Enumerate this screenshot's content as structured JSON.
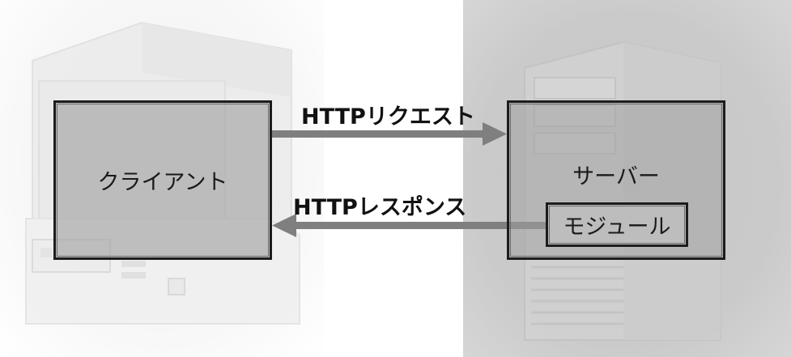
{
  "nodes": {
    "client": "クライアント",
    "server": "サーバー",
    "module": "モジュール"
  },
  "edges": {
    "request": "HTTPリクエスト",
    "response": "HTTPレスポンス"
  },
  "colors": {
    "arrow": "#7f7f7f",
    "box_border": "#1c1c1c",
    "box_fill": "#a0a0a0",
    "server_bg": "#c8c8c8"
  },
  "icons": {
    "client": "desktop-computer-icon",
    "server": "server-tower-icon"
  }
}
